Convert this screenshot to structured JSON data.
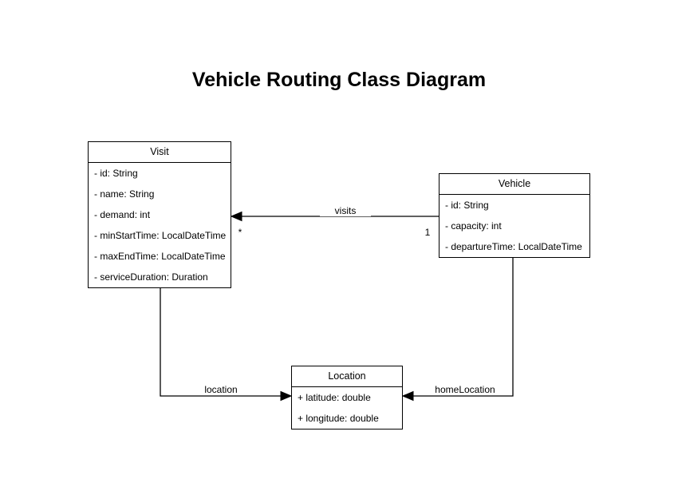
{
  "title": "Vehicle Routing Class Diagram",
  "classes": {
    "visit": {
      "name": "Visit",
      "attributes": [
        "- id: String",
        "- name: String",
        "- demand: int",
        "- minStartTime: LocalDateTime",
        "- maxEndTime: LocalDateTime",
        "- serviceDuration: Duration"
      ]
    },
    "vehicle": {
      "name": "Vehicle",
      "attributes": [
        "- id: String",
        "- capacity: int",
        "- departureTime: LocalDateTime"
      ]
    },
    "location": {
      "name": "Location",
      "attributes": [
        "+ latitude: double",
        "+ longitude: double"
      ]
    }
  },
  "relations": {
    "visits": {
      "label": "visits",
      "from": "Vehicle",
      "to": "Visit",
      "source_multiplicity": "1",
      "target_multiplicity": "*"
    },
    "location": {
      "label": "location",
      "from": "Visit",
      "to": "Location"
    },
    "homeLocation": {
      "label": "homeLocation",
      "from": "Vehicle",
      "to": "Location"
    }
  },
  "colors": {
    "background": "#ffffff",
    "line": "#000000",
    "text": "#000000"
  }
}
